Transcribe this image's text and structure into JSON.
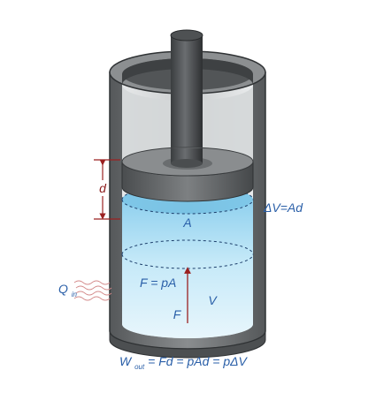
{
  "labels": {
    "displacement": "d",
    "area": "A",
    "volume_change": "ΔV=Ad",
    "force_eq": "F = pA",
    "force": "F",
    "volume": "V",
    "heat_symbol": "Q",
    "heat_sub": "in",
    "work_symbol": "W",
    "work_sub": "out",
    "work_eq": "= Fd = pAd = pΔV"
  },
  "colors": {
    "cylinder_gray": "#7f8284",
    "cylinder_dark": "#3f4244",
    "piston_gray": "#6f7274",
    "gas_blue": "#a9dcf2",
    "label_blue": "#2a5fa8",
    "arrow_red": "#9b2020",
    "heat_wave": "#d48a8a"
  },
  "icons": {
    "heat": "wavy-heat-lines-icon"
  }
}
